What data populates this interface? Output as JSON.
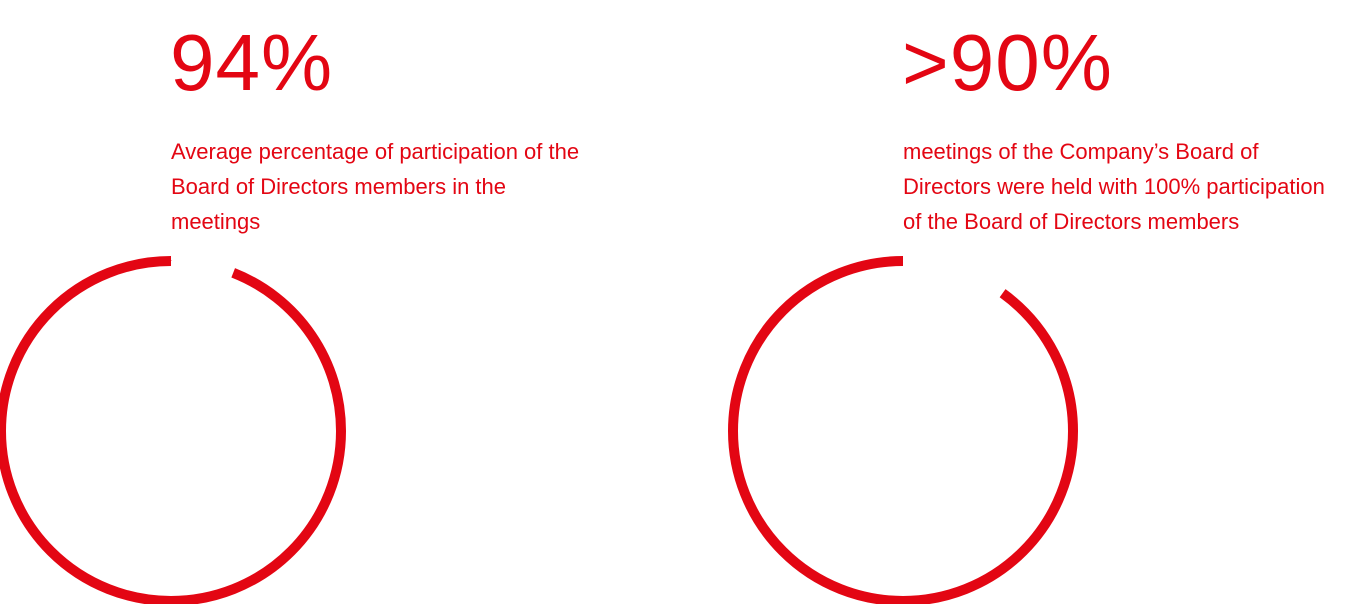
{
  "colors": {
    "accent": "#e30613"
  },
  "chart_data": [
    {
      "type": "pie",
      "value_label": "94%",
      "caption": "Average percentage of participation of the Board of Directors members in the meetings",
      "filled_fraction": 0.94
    },
    {
      "type": "pie",
      "value_label": ">90%",
      "caption": "meetings of the Company’s Board of Directors were held with 100% participation of the Board of Directors members",
      "filled_fraction": 0.9
    }
  ]
}
